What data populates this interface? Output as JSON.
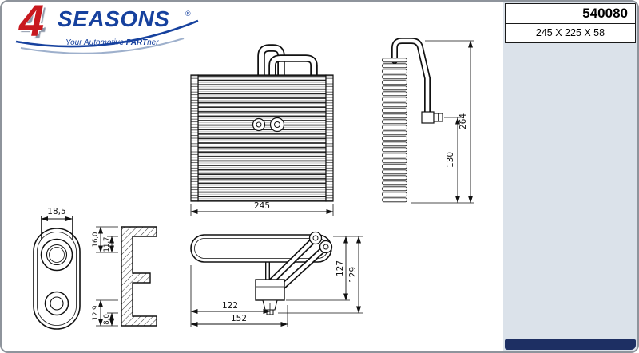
{
  "colors": {
    "brand_red": "#c8191f",
    "brand_blue": "#16419e",
    "panel_bg": "#dbe2ea",
    "footer_navy": "#1d2f63",
    "drawing_line": "#111111"
  },
  "logo": {
    "number": "4",
    "name": "SEASONS",
    "registered": "®",
    "tagline_pre": "Your Automotive ",
    "tagline_bold": "PART",
    "tagline_post": "ner"
  },
  "panel": {
    "part_number": "540080",
    "size": "245 X 225 X 58"
  },
  "views": {
    "front": {
      "width": "245"
    },
    "side": {
      "total_height": "264",
      "lower_height": "130"
    },
    "fitting": {
      "port_width": "18,5"
    },
    "bracket": {
      "dim_outer_top": "16,0",
      "dim_inner_top": "11,7",
      "dim_outer_bottom": "12,9",
      "dim_inner_bottom": "8,0"
    },
    "top": {
      "length_inner": "122",
      "length_outer": "152",
      "depth_inner": "127",
      "depth_outer": "129"
    }
  }
}
